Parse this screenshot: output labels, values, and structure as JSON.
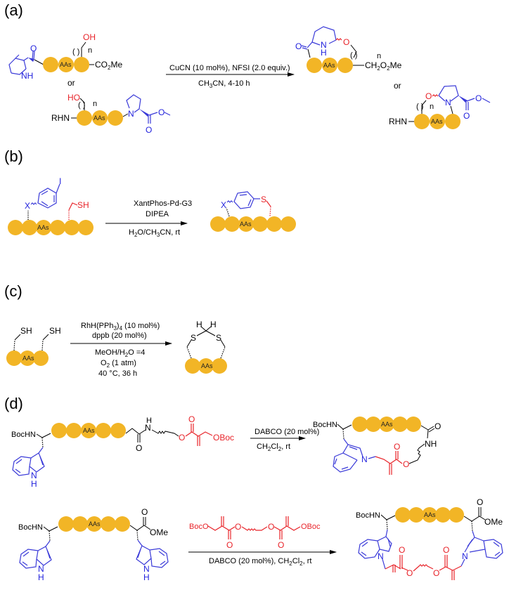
{
  "colors": {
    "bead": "#f2b526",
    "heteroatom_red": "#e8242a",
    "motif_blue": "#3a3ad8",
    "bond_black": "#000000"
  },
  "bead_label": "AAs",
  "panels": {
    "a": {
      "label": "(a)",
      "sm1": {
        "oh": "OH",
        "n": "n",
        "ester": "CO2Me",
        "nh": "NH",
        "o": "O"
      },
      "or": "or",
      "sm2": {
        "ho": "HO",
        "n": "n",
        "rhn": "RHN",
        "n_atom": "N",
        "o1": "O",
        "o2": "O"
      },
      "conditions_top": "CuCN (10 mol%), NFSI (2.0 equiv.)",
      "conditions_bottom": "CH3CN, 4-10 h",
      "p1": {
        "o": "O",
        "nh_n": "N",
        "nh_h": "H",
        "o_ring": "O",
        "n": "n",
        "side": "CH2O2Me"
      },
      "p2": {
        "o": "O",
        "n": "n",
        "rhn": "RHN",
        "n_atom": "N",
        "o1": "O",
        "o2": "O"
      }
    },
    "b": {
      "label": "(b)",
      "sm": {
        "i": "I",
        "x": "X",
        "sh": "SH"
      },
      "conditions": [
        "XantPhos-Pd-G3",
        "DIPEA",
        "H2O/CH3CN, rt"
      ],
      "product": {
        "x": "X",
        "s": "S"
      }
    },
    "c": {
      "label": "(c)",
      "sm": {
        "sh1": "SH",
        "sh2": "SH"
      },
      "conditions": [
        "RhH(PPh3)4 (10 mol%)",
        "dppb (20 mol%)",
        "MeOH/H2O =4",
        "O2 (1 atm)",
        "40 °C, 36 h"
      ],
      "product": {
        "h1": "H",
        "h2": "H",
        "s1": "S",
        "s2": "S"
      }
    },
    "d": {
      "label": "(d)",
      "r1": {
        "sm": {
          "bochn": "BocHN",
          "nh_n": "N",
          "nh_h": "H",
          "o_amide": "O",
          "o_ester": "O",
          "o_carbonyl": "O",
          "oboc": "OBoc",
          "indole_n": "N",
          "indole_h": "H"
        },
        "conditions_top": "DABCO (20 mol%)",
        "conditions_bottom": "CH2Cl2, rt",
        "product": {
          "bochn": "BocHN",
          "o_amide": "O",
          "nh": "NH",
          "indole_n": "N",
          "o_carbonyl": "O",
          "o_ester": "O"
        }
      },
      "r2": {
        "sm": {
          "bochn": "BocHN",
          "o": "O",
          "ome": "OMe",
          "n1": "N",
          "h1": "H",
          "n2": "N",
          "h2": "H"
        },
        "reagent": {
          "boco": "BocO",
          "o1": "O",
          "o2": "O",
          "o3": "O",
          "o4": "O",
          "oboc": "OBoc"
        },
        "conditions_bottom": "DABCO (20 mol%), CH2Cl2, rt",
        "product": {
          "bochn": "BocHN",
          "o": "O",
          "ome": "OMe",
          "n1": "N",
          "n2": "N",
          "o1": "O",
          "o2": "O",
          "o3": "O",
          "o4": "O"
        }
      }
    }
  }
}
